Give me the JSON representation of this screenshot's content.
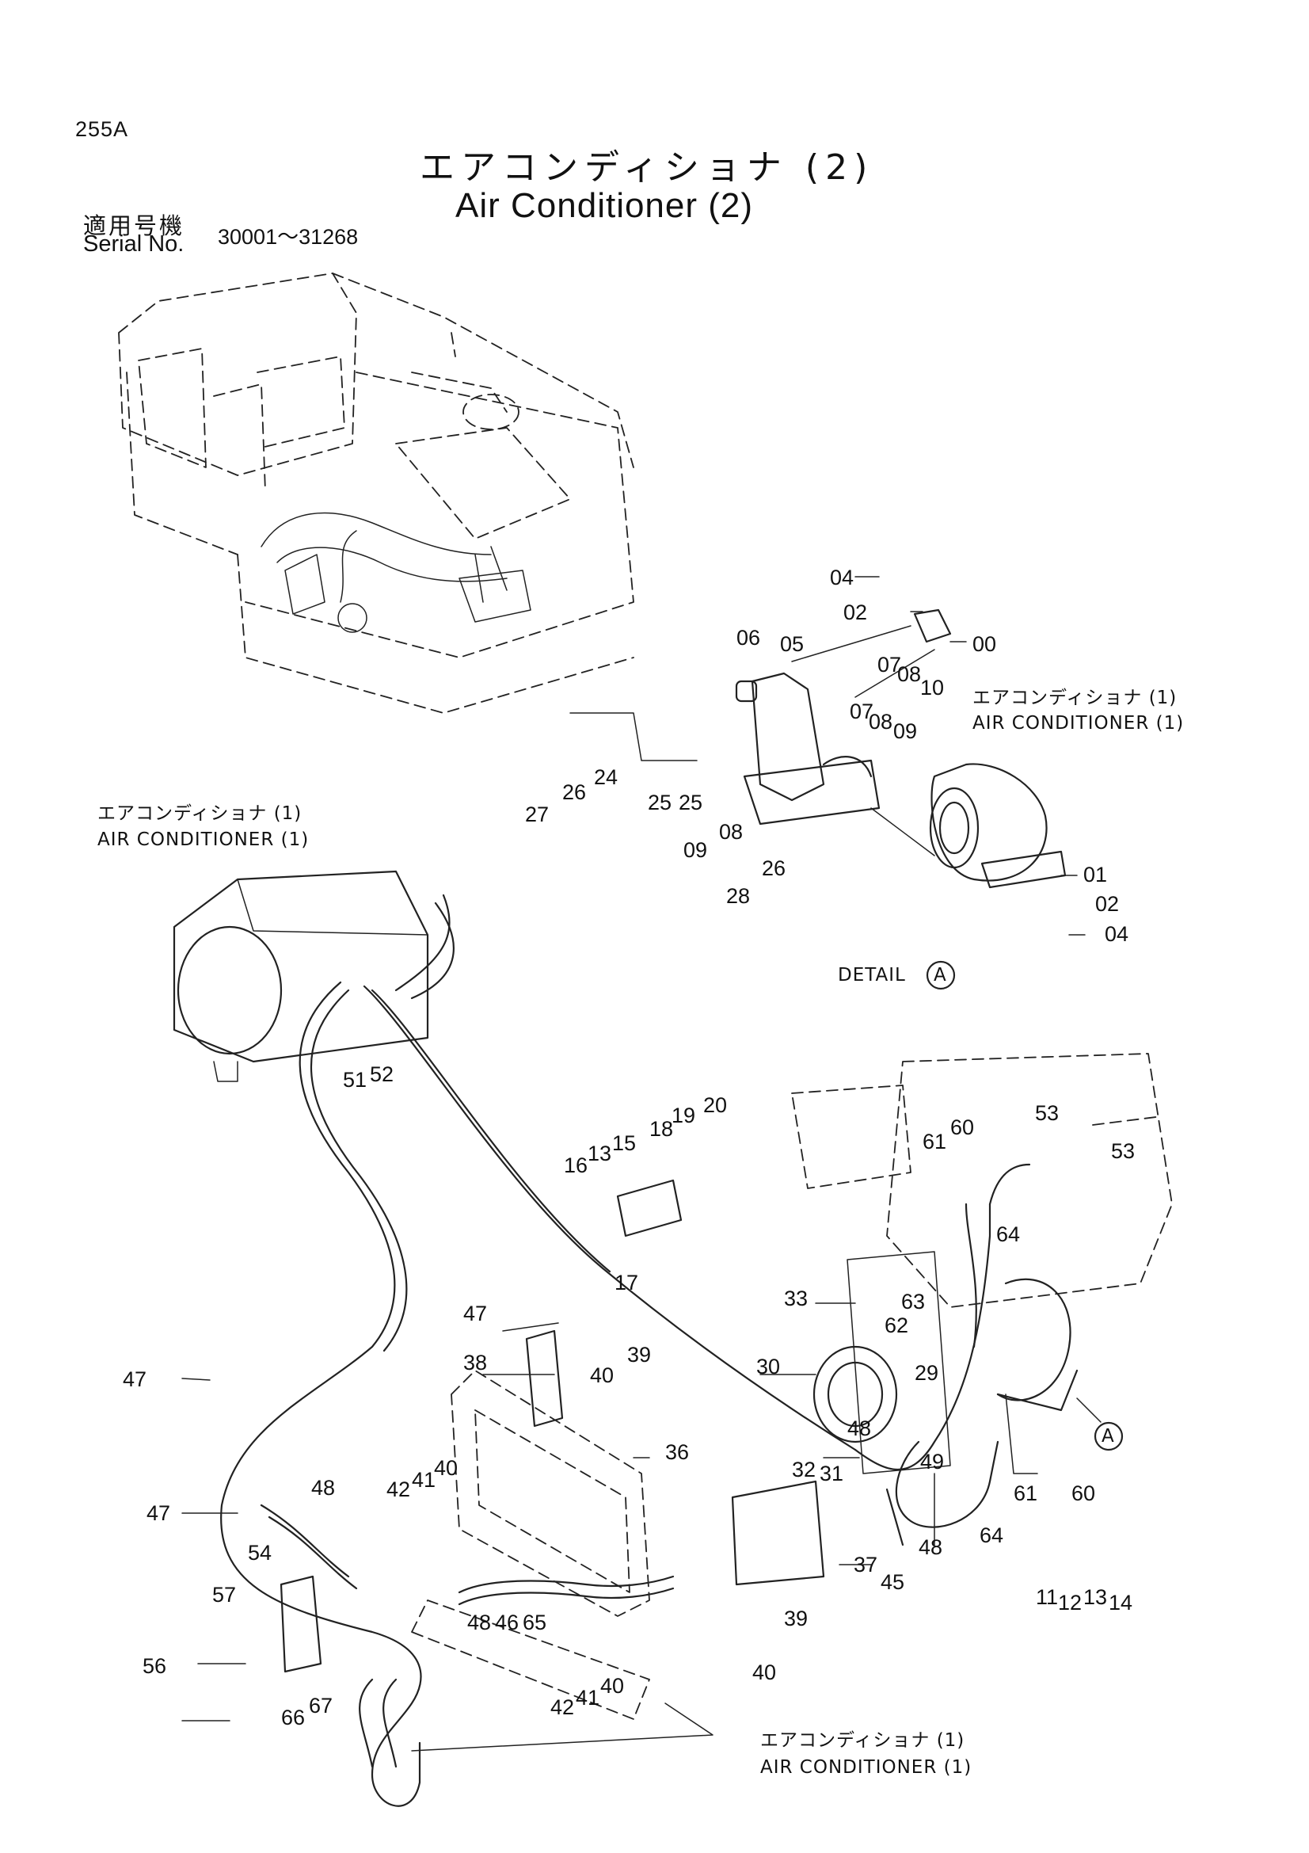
{
  "page": {
    "page_number": "255A",
    "title_jp": "エアコンディショナ (2)",
    "title_en": "Air Conditioner (2)",
    "serial_label_jp": "適用号機",
    "serial_label_en": "Serial No.",
    "serial_range": "30001～31268"
  },
  "notes": {
    "ac_top_jp": "エアコンディショナ (1)",
    "ac_top_en": "AIR  CONDITIONER (1)",
    "ac_left_jp": "エアコンディショナ (1)",
    "ac_left_en": "AIR  CONDITIONER (1)",
    "ac_bottom_jp": "エアコンディショナ (1)",
    "ac_bottom_en": "AIR  CONDITIONER (1)",
    "detail_label": "DETAIL",
    "detail_letter": "A",
    "detail_ref_letter": "A"
  },
  "callouts": [
    {
      "id": "c04a",
      "text": "04"
    },
    {
      "id": "c02a",
      "text": "02"
    },
    {
      "id": "c00",
      "text": "00"
    },
    {
      "id": "c06",
      "text": "06"
    },
    {
      "id": "c05",
      "text": "05"
    },
    {
      "id": "c07a",
      "text": "07"
    },
    {
      "id": "c08a",
      "text": "08"
    },
    {
      "id": "c10",
      "text": "10"
    },
    {
      "id": "c07b",
      "text": "07"
    },
    {
      "id": "c08b",
      "text": "08"
    },
    {
      "id": "c09a",
      "text": "09"
    },
    {
      "id": "c27",
      "text": "27"
    },
    {
      "id": "c26a",
      "text": "26"
    },
    {
      "id": "c24",
      "text": "24"
    },
    {
      "id": "c25a",
      "text": "25"
    },
    {
      "id": "c25b",
      "text": "25"
    },
    {
      "id": "c08c",
      "text": "08"
    },
    {
      "id": "c09b",
      "text": "09"
    },
    {
      "id": "c26b",
      "text": "26"
    },
    {
      "id": "c28",
      "text": "28"
    },
    {
      "id": "c01",
      "text": "01"
    },
    {
      "id": "c02b",
      "text": "02"
    },
    {
      "id": "c04b",
      "text": "04"
    },
    {
      "id": "c51",
      "text": "51"
    },
    {
      "id": "c52",
      "text": "52"
    },
    {
      "id": "c16",
      "text": "16"
    },
    {
      "id": "c13a",
      "text": "13"
    },
    {
      "id": "c15",
      "text": "15"
    },
    {
      "id": "c18",
      "text": "18"
    },
    {
      "id": "c19",
      "text": "19"
    },
    {
      "id": "c20",
      "text": "20"
    },
    {
      "id": "c17",
      "text": "17"
    },
    {
      "id": "c61a",
      "text": "61"
    },
    {
      "id": "c60a",
      "text": "60"
    },
    {
      "id": "c53a",
      "text": "53"
    },
    {
      "id": "c53b",
      "text": "53"
    },
    {
      "id": "c64a",
      "text": "64"
    },
    {
      "id": "c33",
      "text": "33"
    },
    {
      "id": "c63",
      "text": "63"
    },
    {
      "id": "c62",
      "text": "62"
    },
    {
      "id": "c47a",
      "text": "47"
    },
    {
      "id": "c47b",
      "text": "47"
    },
    {
      "id": "c47c",
      "text": "47"
    },
    {
      "id": "c30",
      "text": "30"
    },
    {
      "id": "c29",
      "text": "29"
    },
    {
      "id": "c38",
      "text": "38"
    },
    {
      "id": "c39a",
      "text": "39"
    },
    {
      "id": "c40a",
      "text": "40"
    },
    {
      "id": "c36",
      "text": "36"
    },
    {
      "id": "c32",
      "text": "32"
    },
    {
      "id": "c31",
      "text": "31"
    },
    {
      "id": "c48a",
      "text": "48"
    },
    {
      "id": "c49",
      "text": "49"
    },
    {
      "id": "c61b",
      "text": "61"
    },
    {
      "id": "c60b",
      "text": "60"
    },
    {
      "id": "c48b",
      "text": "48"
    },
    {
      "id": "c64b",
      "text": "64"
    },
    {
      "id": "c45",
      "text": "45"
    },
    {
      "id": "c37",
      "text": "37"
    },
    {
      "id": "c11",
      "text": "11"
    },
    {
      "id": "c12",
      "text": "12"
    },
    {
      "id": "c13b",
      "text": "13"
    },
    {
      "id": "c14",
      "text": "14"
    },
    {
      "id": "c48c",
      "text": "48"
    },
    {
      "id": "c42a",
      "text": "42"
    },
    {
      "id": "c41a",
      "text": "41"
    },
    {
      "id": "c40b",
      "text": "40"
    },
    {
      "id": "c54",
      "text": "54"
    },
    {
      "id": "c57",
      "text": "57"
    },
    {
      "id": "c56",
      "text": "56"
    },
    {
      "id": "c66",
      "text": "66"
    },
    {
      "id": "c67",
      "text": "67"
    },
    {
      "id": "c48d",
      "text": "48"
    },
    {
      "id": "c46",
      "text": "46"
    },
    {
      "id": "c65",
      "text": "65"
    },
    {
      "id": "c42b",
      "text": "42"
    },
    {
      "id": "c41b",
      "text": "41"
    },
    {
      "id": "c40c",
      "text": "40"
    },
    {
      "id": "c39b",
      "text": "39"
    },
    {
      "id": "c40d",
      "text": "40"
    }
  ]
}
